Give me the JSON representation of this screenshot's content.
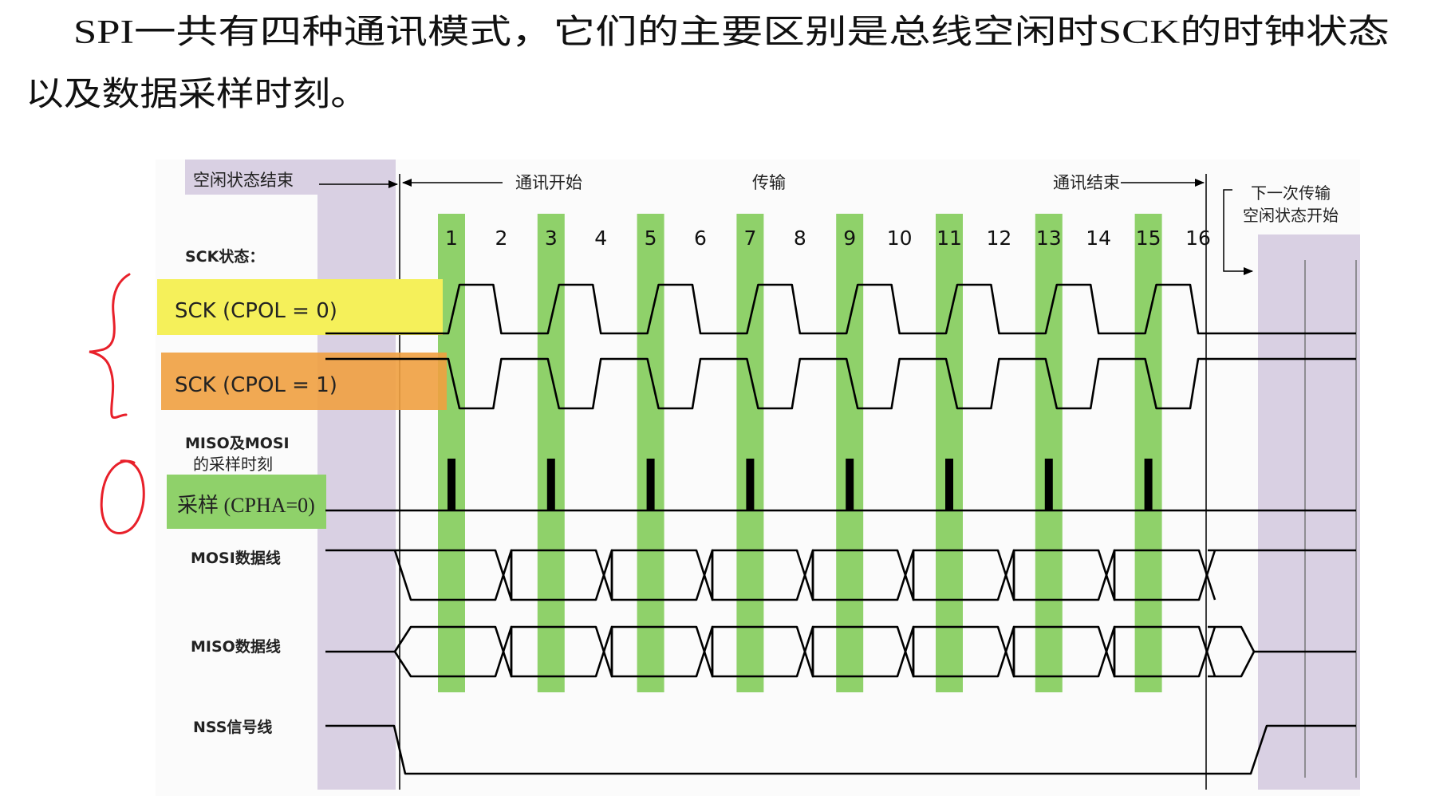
{
  "intro": {
    "line1": "SPI一共有四种通讯模式，它们的主要区别是总线空闲时SCK的时钟状态",
    "line2": "以及数据采样时刻。"
  },
  "diagram": {
    "phases": {
      "idle_end": "空闲状态结束",
      "comm_start": "通讯开始",
      "transfer": "传输",
      "comm_end": "通讯结束",
      "next_idle_start_1": "下一次传输",
      "next_idle_start_2": "空闲状态开始"
    },
    "signals": {
      "sck_state": "SCK状态：",
      "cpol0": "SCK (CPOL = 0)",
      "cpol1": "SCK (CPOL = 1)",
      "sample_time_1": "MISO及MOSI",
      "sample_time_2": "的采样时刻",
      "cpha0": "采样 (CPHA=0)",
      "mosi": "MOSI数据线",
      "miso": "MISO数据线",
      "nss": "NSS信号线"
    },
    "edge_numbers": [
      "1",
      "2",
      "3",
      "4",
      "5",
      "6",
      "7",
      "8",
      "9",
      "10",
      "11",
      "12",
      "13",
      "14",
      "15",
      "16"
    ],
    "colors": {
      "green_band": "#8fd16a",
      "idle_purple": "#d9d0e3",
      "cpol0_label": "#f5f05a",
      "cpol1_label": "#f0a040",
      "cpha_label": "#8fd16a",
      "annotation_red": "#e8202a"
    }
  }
}
